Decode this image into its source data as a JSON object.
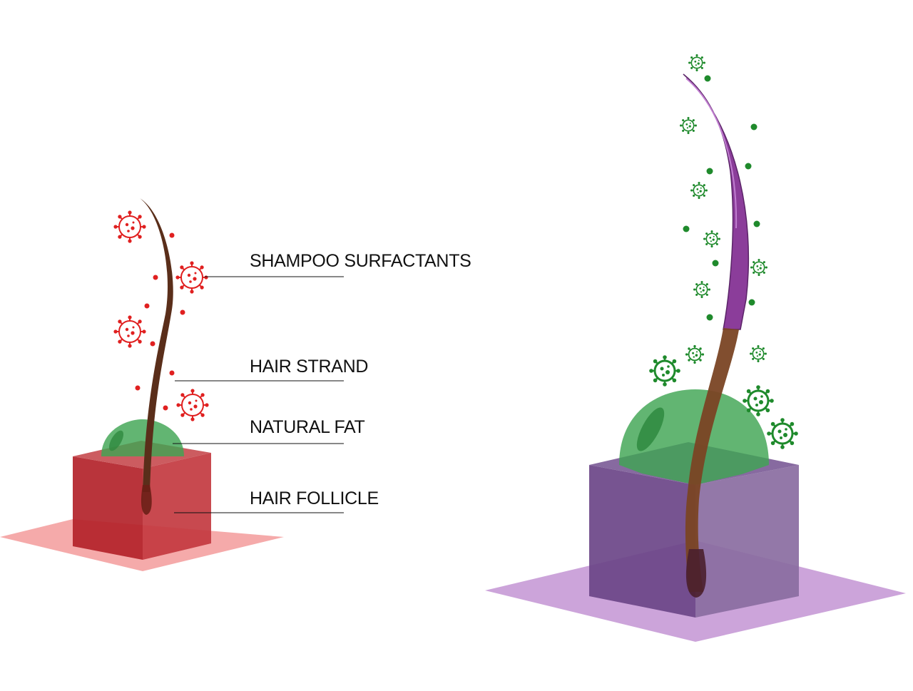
{
  "labels": {
    "surfactants": "SHAMPOO SURFACTANTS",
    "hair_strand": "HAIR STRAND",
    "natural_fat": "NATURAL FAT",
    "hair_follicle": "HAIR FOLLICLE"
  },
  "colors": {
    "red_box": "#b8262c",
    "red_floor": "#f39b9b",
    "red_particle": "#e02020",
    "purple_box": "#6e4a8a",
    "purple_floor": "#c79ad6",
    "purple_hair": "#8b3d9a",
    "green_fat": "#3fa553",
    "green_particle": "#1f8a2c",
    "hair_brown": "#5a2e1a"
  },
  "icons": {
    "surfactant_molecule": "virus-like-particle-icon",
    "droplet": "dot-icon"
  }
}
